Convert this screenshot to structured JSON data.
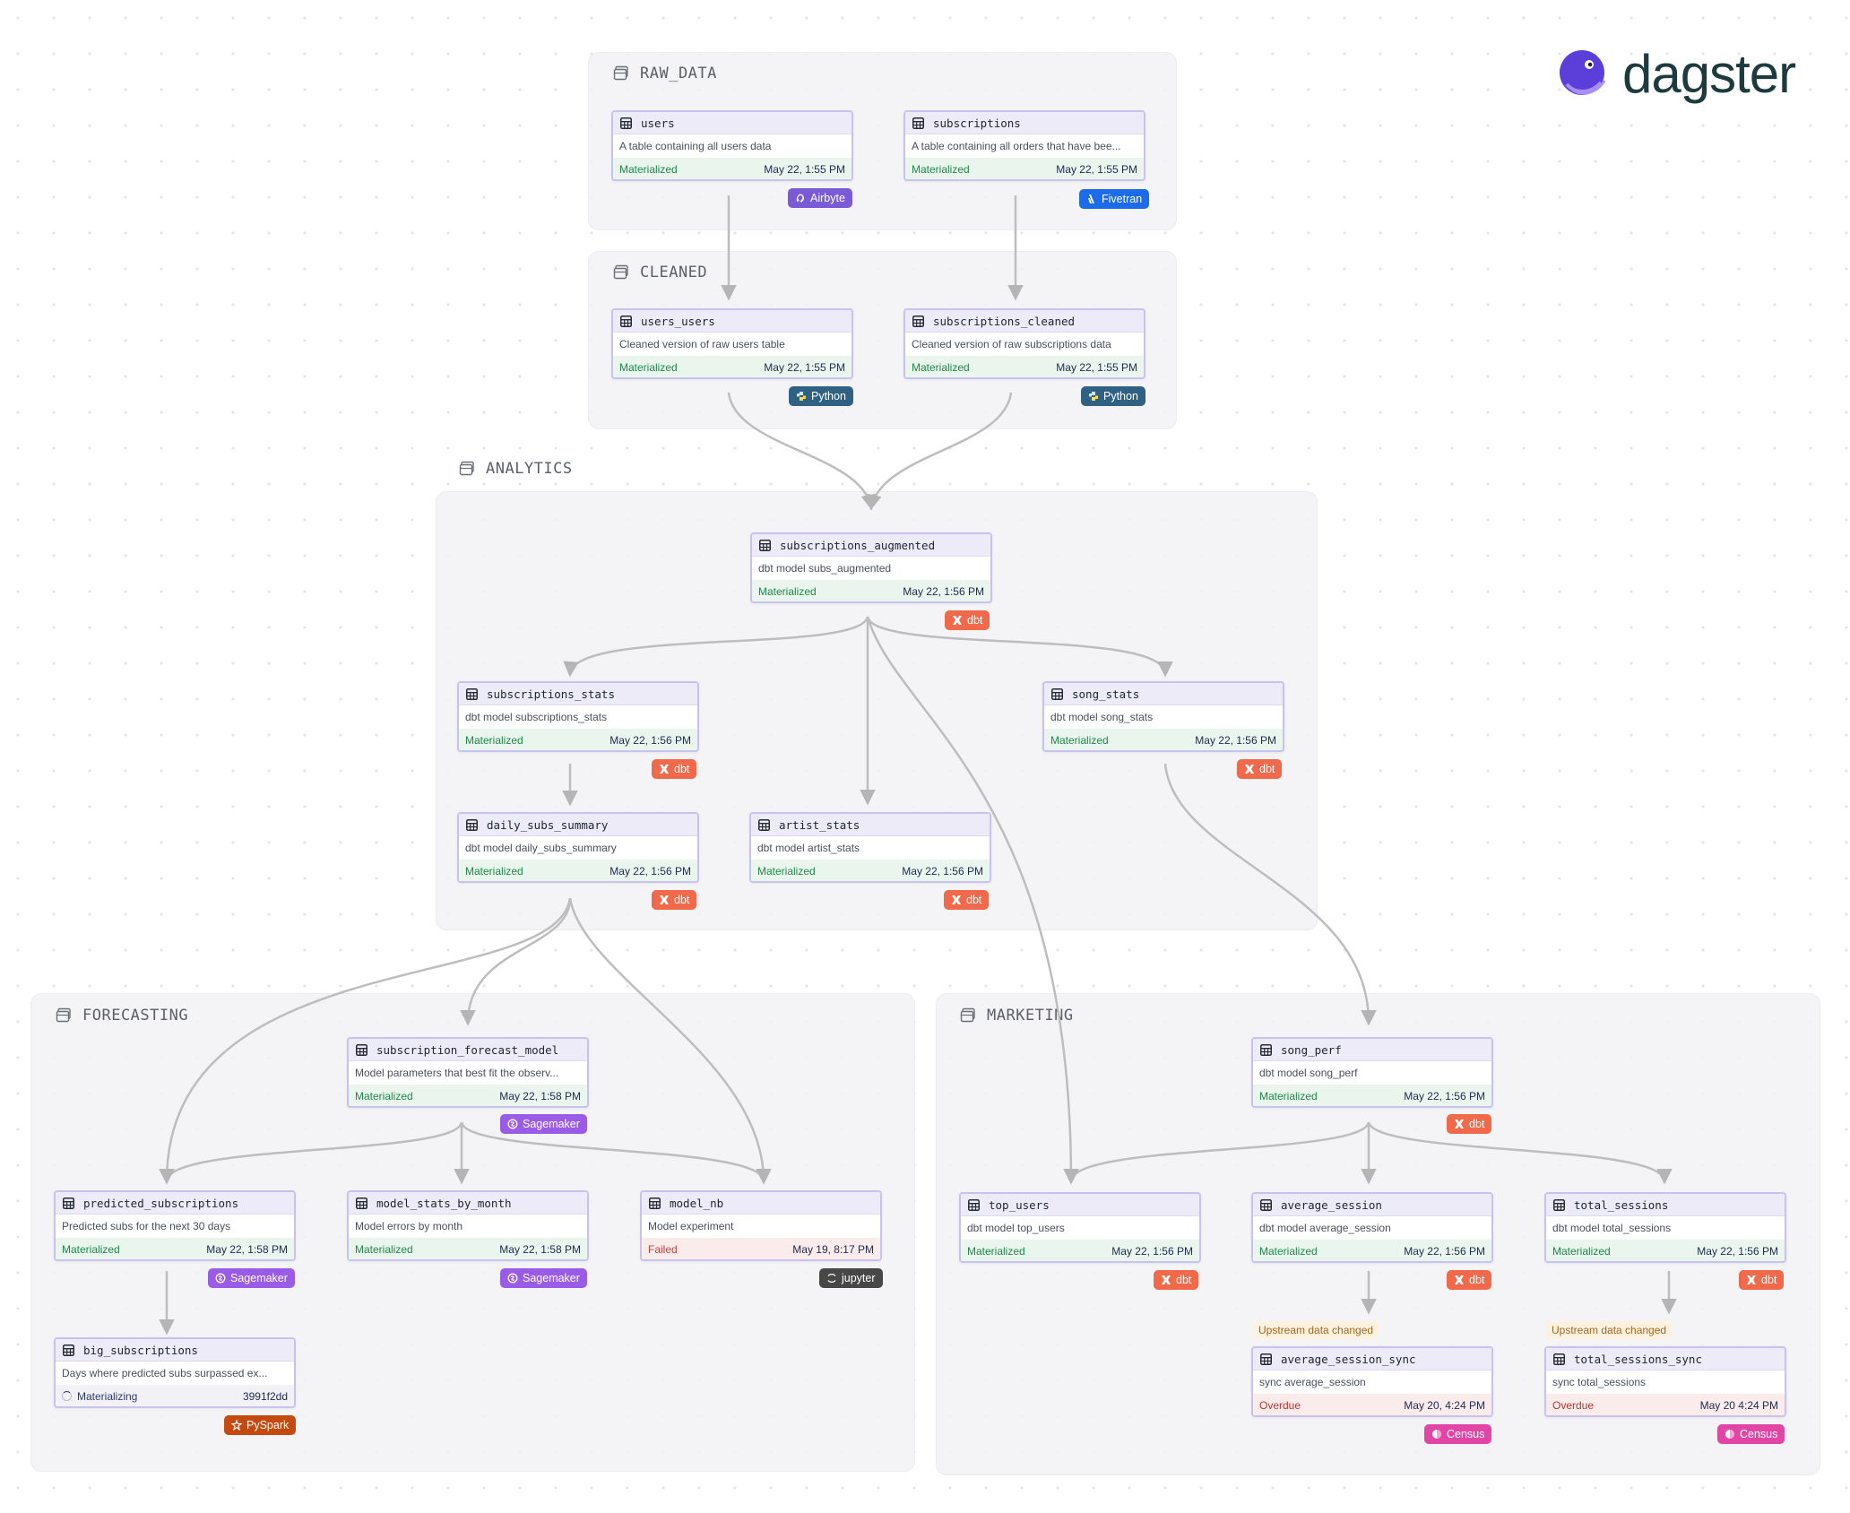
{
  "brand": {
    "logo_text": "dagster"
  },
  "groups": {
    "raw_data": "RAW_DATA",
    "cleaned": "CLEANED",
    "analytics": "ANALYTICS",
    "forecasting": "FORECASTING",
    "marketing": "MARKETING"
  },
  "badges": {
    "airbyte": "Airbyte",
    "fivetran": "Fivetran",
    "python": "Python",
    "dbt": "dbt",
    "sagemaker": "Sagemaker",
    "jupyter": "jupyter",
    "pyspark": "PySpark",
    "census": "Census"
  },
  "colors": {
    "airbyte": "#7b5ad7",
    "fivetran": "#1b6ce6",
    "python": "#2f6185",
    "dbt": "#f0694b",
    "sagemaker": "#9a5ce6",
    "jupyter": "#474747",
    "pyspark": "#c44a10",
    "census": "#e146a6",
    "node_border": "#c9c2ee",
    "materialized": "#1d8a4a",
    "failed": "#c23b3b"
  },
  "status": {
    "materialized": "Materialized",
    "failed": "Failed",
    "overdue": "Overdue",
    "materializing": "Materializing",
    "upstream_changed": "Upstream data changed"
  },
  "nodes": {
    "users": {
      "name": "users",
      "desc": "A table containing all users data",
      "time": "May 22, 1:55 PM"
    },
    "subscriptions": {
      "name": "subscriptions",
      "desc": "A table containing all orders that have bee...",
      "time": "May 22, 1:55 PM"
    },
    "users_users": {
      "name": "users_users",
      "desc": "Cleaned version of raw users table",
      "time": "May 22, 1:55 PM"
    },
    "subscriptions_cleaned": {
      "name": "subscriptions_cleaned",
      "desc": "Cleaned version of raw subscriptions data",
      "time": "May 22, 1:55 PM"
    },
    "subscriptions_augmented": {
      "name": "subscriptions_augmented",
      "desc": "dbt model subs_augmented",
      "time": "May 22, 1:56 PM"
    },
    "subscriptions_stats": {
      "name": "subscriptions_stats",
      "desc": "dbt model subscriptions_stats",
      "time": "May 22, 1:56 PM"
    },
    "song_stats": {
      "name": "song_stats",
      "desc": "dbt model song_stats",
      "time": "May 22, 1:56 PM"
    },
    "daily_subs_summary": {
      "name": "daily_subs_summary",
      "desc": "dbt model daily_subs_summary",
      "time": "May 22, 1:56 PM"
    },
    "artist_stats": {
      "name": "artist_stats",
      "desc": "dbt model artist_stats",
      "time": "May 22, 1:56 PM"
    },
    "subscription_forecast_model": {
      "name": "subscription_forecast_model",
      "desc": "Model parameters that best fit the observ...",
      "time": "May 22, 1:58 PM"
    },
    "predicted_subscriptions": {
      "name": "predicted_subscriptions",
      "desc": "Predicted subs for the next 30 days",
      "time": "May 22, 1:58 PM"
    },
    "model_stats_by_month": {
      "name": "model_stats_by_month",
      "desc": "Model errors by month",
      "time": "May 22, 1:58 PM"
    },
    "model_nb": {
      "name": "model_nb",
      "desc": "Model experiment",
      "time": "May 19, 8:17 PM"
    },
    "big_subscriptions": {
      "name": "big_subscriptions",
      "desc": "Days where predicted subs surpassed ex...",
      "time": "3991f2dd"
    },
    "song_perf": {
      "name": "song_perf",
      "desc": "dbt model song_perf",
      "time": "May 22, 1:56 PM"
    },
    "top_users": {
      "name": "top_users",
      "desc": "dbt model top_users",
      "time": "May 22, 1:56 PM"
    },
    "average_session": {
      "name": "average_session",
      "desc": "dbt model average_session",
      "time": "May 22, 1:56 PM"
    },
    "total_sessions": {
      "name": "total_sessions",
      "desc": "dbt model total_sessions",
      "time": "May 22, 1:56 PM"
    },
    "average_session_sync": {
      "name": "average_session_sync",
      "desc": "sync average_session",
      "time": "May 20, 4:24 PM"
    },
    "total_sessions_sync": {
      "name": "total_sessions_sync",
      "desc": "sync total_sessions",
      "time": "May 20 4:24 PM"
    }
  }
}
